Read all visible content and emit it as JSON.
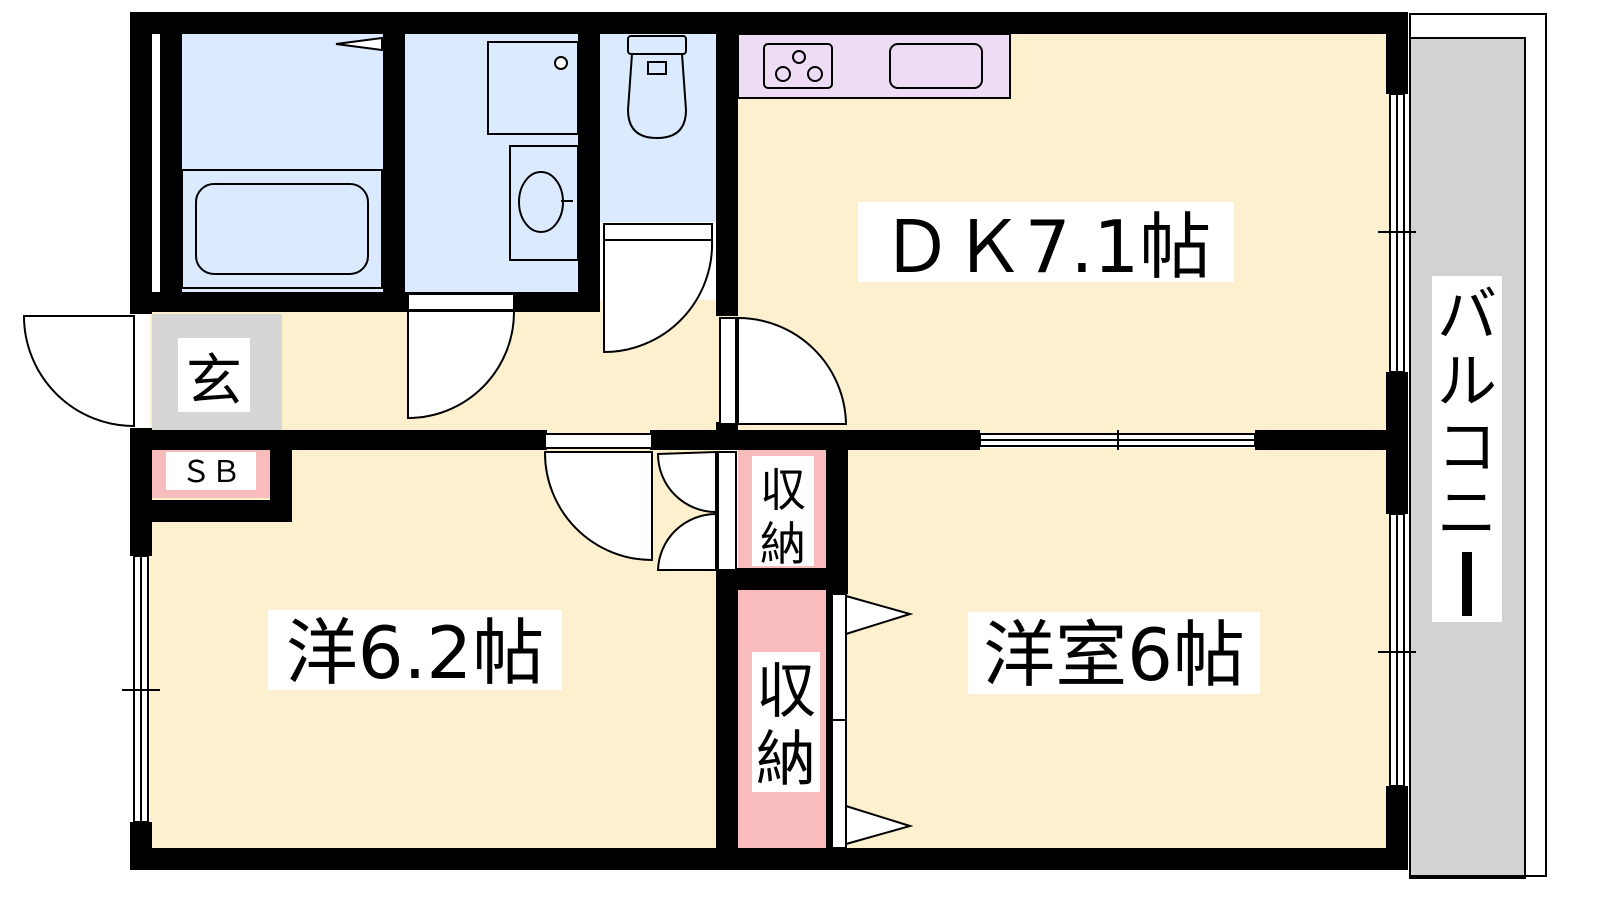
{
  "floor_plan": {
    "rooms": {
      "dk": {
        "label": "ＤＫ7.1帖"
      },
      "western_left": {
        "label": "洋6.2帖"
      },
      "western_right": {
        "label": "洋室6帖"
      },
      "entrance": {
        "label": "玄"
      },
      "shoe_box": {
        "label": "ＳＢ"
      },
      "storage_small": {
        "label_top": "収",
        "label_bottom": "納"
      },
      "storage_tall": {
        "label_top": "収",
        "label_bottom": "納"
      },
      "balcony": {
        "chars": [
          "バ",
          "ル",
          "コ",
          "ニ",
          "ー"
        ]
      }
    },
    "colors": {
      "room_fill": "#fdf0cf",
      "wet_area_fill": "#dbeafe",
      "kitchen_fill": "#eddcf4",
      "entrance_fill": "#d6d6d6",
      "storage_fill": "#f9bcbc",
      "balcony_fill": "#d2d2d2",
      "wall": "#000000"
    }
  }
}
